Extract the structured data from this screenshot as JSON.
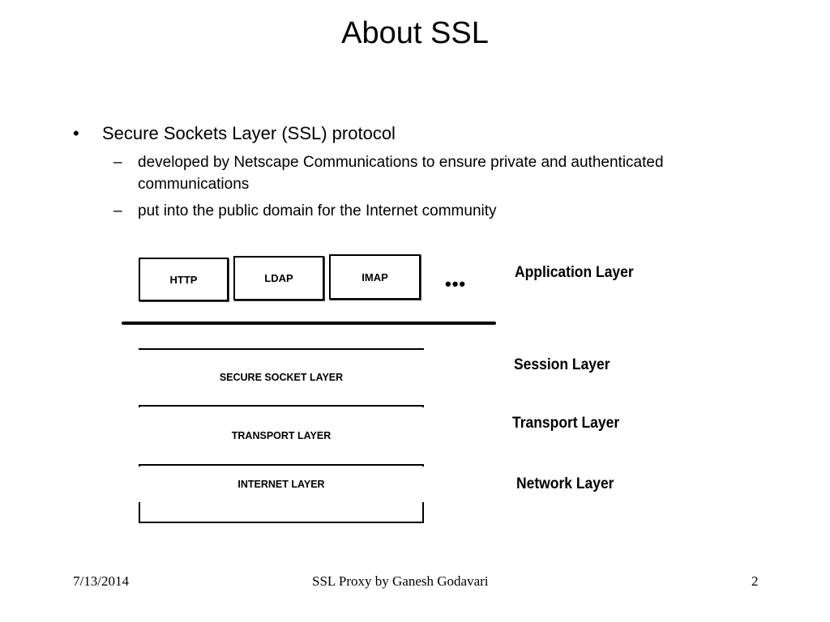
{
  "slide": {
    "title": "About SSL",
    "bullet": {
      "marker": "•",
      "text": "Secure Sockets Layer (SSL) protocol",
      "subitems": [
        {
          "marker": "–",
          "text": " developed by Netscape Communications to ensure private and authenticated communications"
        },
        {
          "marker": "–",
          "text": "put into the public domain for the Internet community"
        }
      ]
    }
  },
  "diagram": {
    "applications": [
      "HTTP",
      "LDAP",
      "IMAP"
    ],
    "more": "•••",
    "stack": [
      "SECURE SOCKET LAYER",
      "TRANSPORT LAYER",
      "INTERNET LAYER"
    ],
    "layer_labels": [
      "Application Layer",
      "Session Layer",
      "Transport Layer",
      "Network Layer"
    ]
  },
  "footer": {
    "date": "7/13/2014",
    "center": "SSL Proxy by Ganesh Godavari",
    "page": "2"
  }
}
